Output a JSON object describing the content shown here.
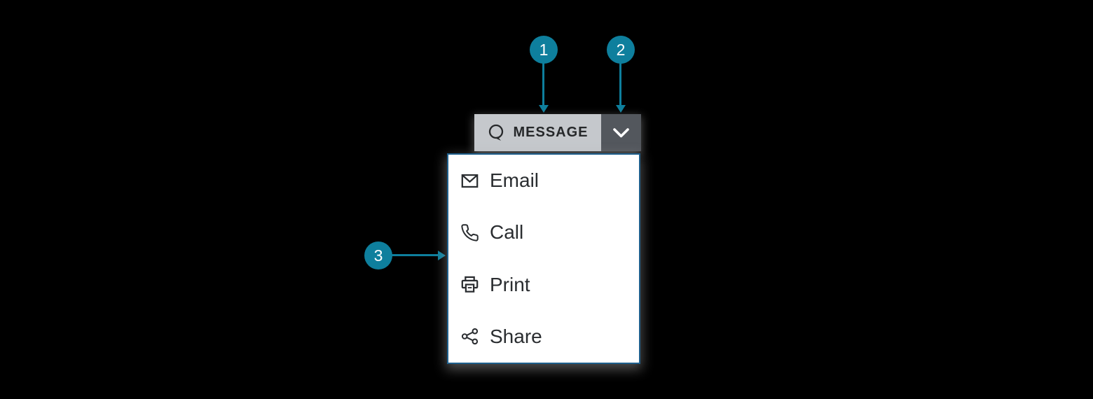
{
  "colors": {
    "background": "#000000",
    "callout_teal": "#0e7f9d",
    "button_bg": "#c5c8cc",
    "button_text": "#26282a",
    "toggle_bg": "#53575d",
    "toggle_icon": "#ffffff",
    "menu_bg": "#ffffff",
    "menu_border_blue": "#1e5f8c",
    "menu_text": "#2a2d30"
  },
  "callouts": [
    {
      "number": "1",
      "target": "message-button"
    },
    {
      "number": "2",
      "target": "dropdown-toggle"
    },
    {
      "number": "3",
      "target": "dropdown-menu"
    }
  ],
  "split_button": {
    "label": "MESSAGE",
    "main_icon": "speech-bubble-icon",
    "toggle_icon": "chevron-down-icon"
  },
  "menu": {
    "items": [
      {
        "label": "Email",
        "icon": "envelope-icon"
      },
      {
        "label": "Call",
        "icon": "phone-icon"
      },
      {
        "label": "Print",
        "icon": "printer-icon"
      },
      {
        "label": "Share",
        "icon": "share-icon"
      }
    ]
  }
}
